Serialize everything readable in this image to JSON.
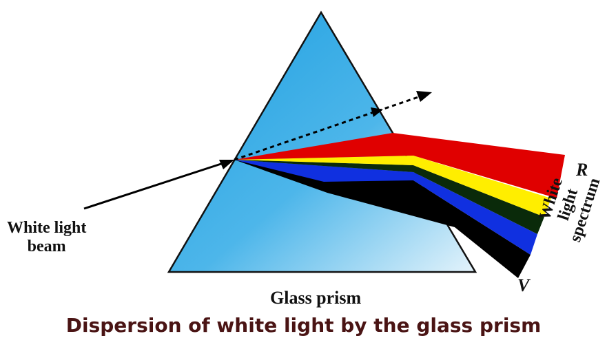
{
  "labels": {
    "beam": "White light\nbeam",
    "prism": "Glass prism",
    "spectrum": "White light\nspectrum",
    "red_end": "R",
    "violet_end": "V"
  },
  "caption": "Dispersion of white light by the glass prism",
  "colors": {
    "prism_top": "#1e9fe0",
    "prism_bottom": "#d8eef9",
    "red": "#e00000",
    "yellow": "#ffee00",
    "green": "#0a2a0a",
    "blue": "#1030e0",
    "violet": "#000000",
    "caption": "#4a1414"
  }
}
